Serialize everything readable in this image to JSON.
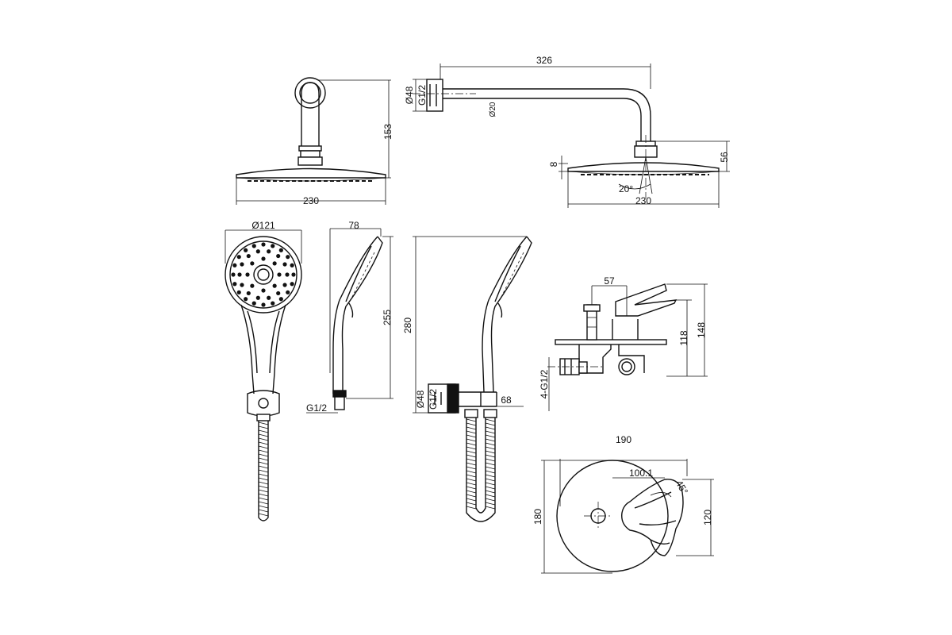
{
  "views": {
    "overhead_front": {
      "width": "230",
      "height": "153"
    },
    "overhead_side": {
      "arm_length": "326",
      "flange_dia": "Ø48",
      "thread": "G1/2",
      "pipe_dia": "Ø20",
      "head_thickness": "8",
      "total_height": "56",
      "width": "230",
      "spray_angle": "20°"
    },
    "hand_front": {
      "head_dia": "Ø121"
    },
    "hand_side": {
      "depth": "78",
      "length": "255",
      "thread": "G1/2"
    },
    "holder_side": {
      "height": "280",
      "flange_dia": "Ø48",
      "thread": "G1/2",
      "projection": "68"
    },
    "mixer_side": {
      "handle_offset": "57",
      "height_body": "118",
      "height_total": "148",
      "inlet": "4-G1/2"
    },
    "mixer_front": {
      "plate_dia": "190",
      "handle_length": "100.1",
      "handle_angle": "45°",
      "height": "180",
      "handle_height": "120"
    }
  }
}
